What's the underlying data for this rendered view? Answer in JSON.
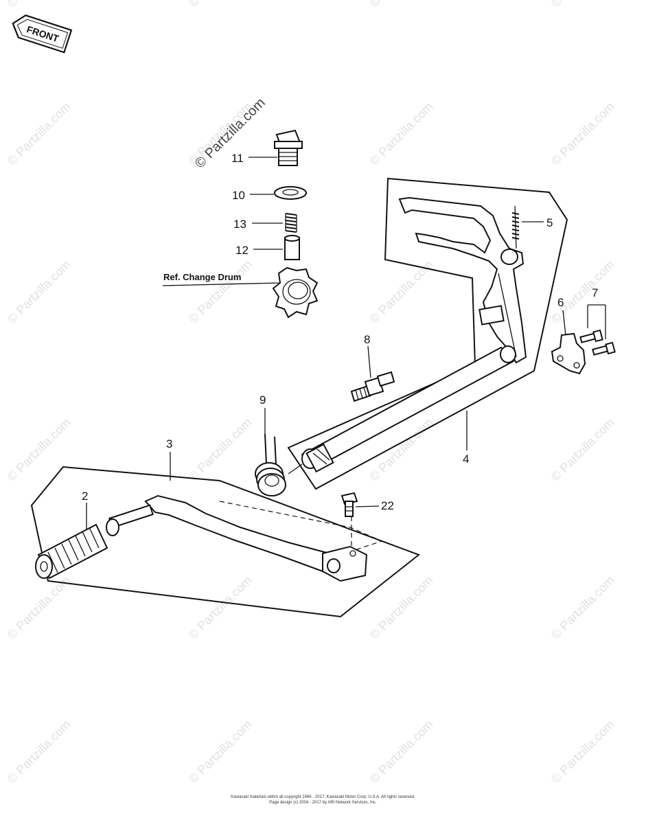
{
  "watermark": {
    "text": "© Partzilla.com"
  },
  "front_badge": {
    "text": "FRONT"
  },
  "callouts": {
    "c2": "2",
    "c3": "3",
    "c4": "4",
    "c5": "5",
    "c6": "6",
    "c7": "7",
    "c8": "8",
    "c9": "9",
    "c10": "10",
    "c11": "11",
    "c12": "12",
    "c13": "13",
    "c22": "22"
  },
  "reference_label": "Ref. Change Drum",
  "footer": {
    "line1": "Kawasaki materials within all copyright 1966 - 2017, Kawasaki Motor Corp, U.S.A. All rights reserved.",
    "line2": "Page design (c) 2004 - 2017 by ARI Network Services, Inc."
  }
}
